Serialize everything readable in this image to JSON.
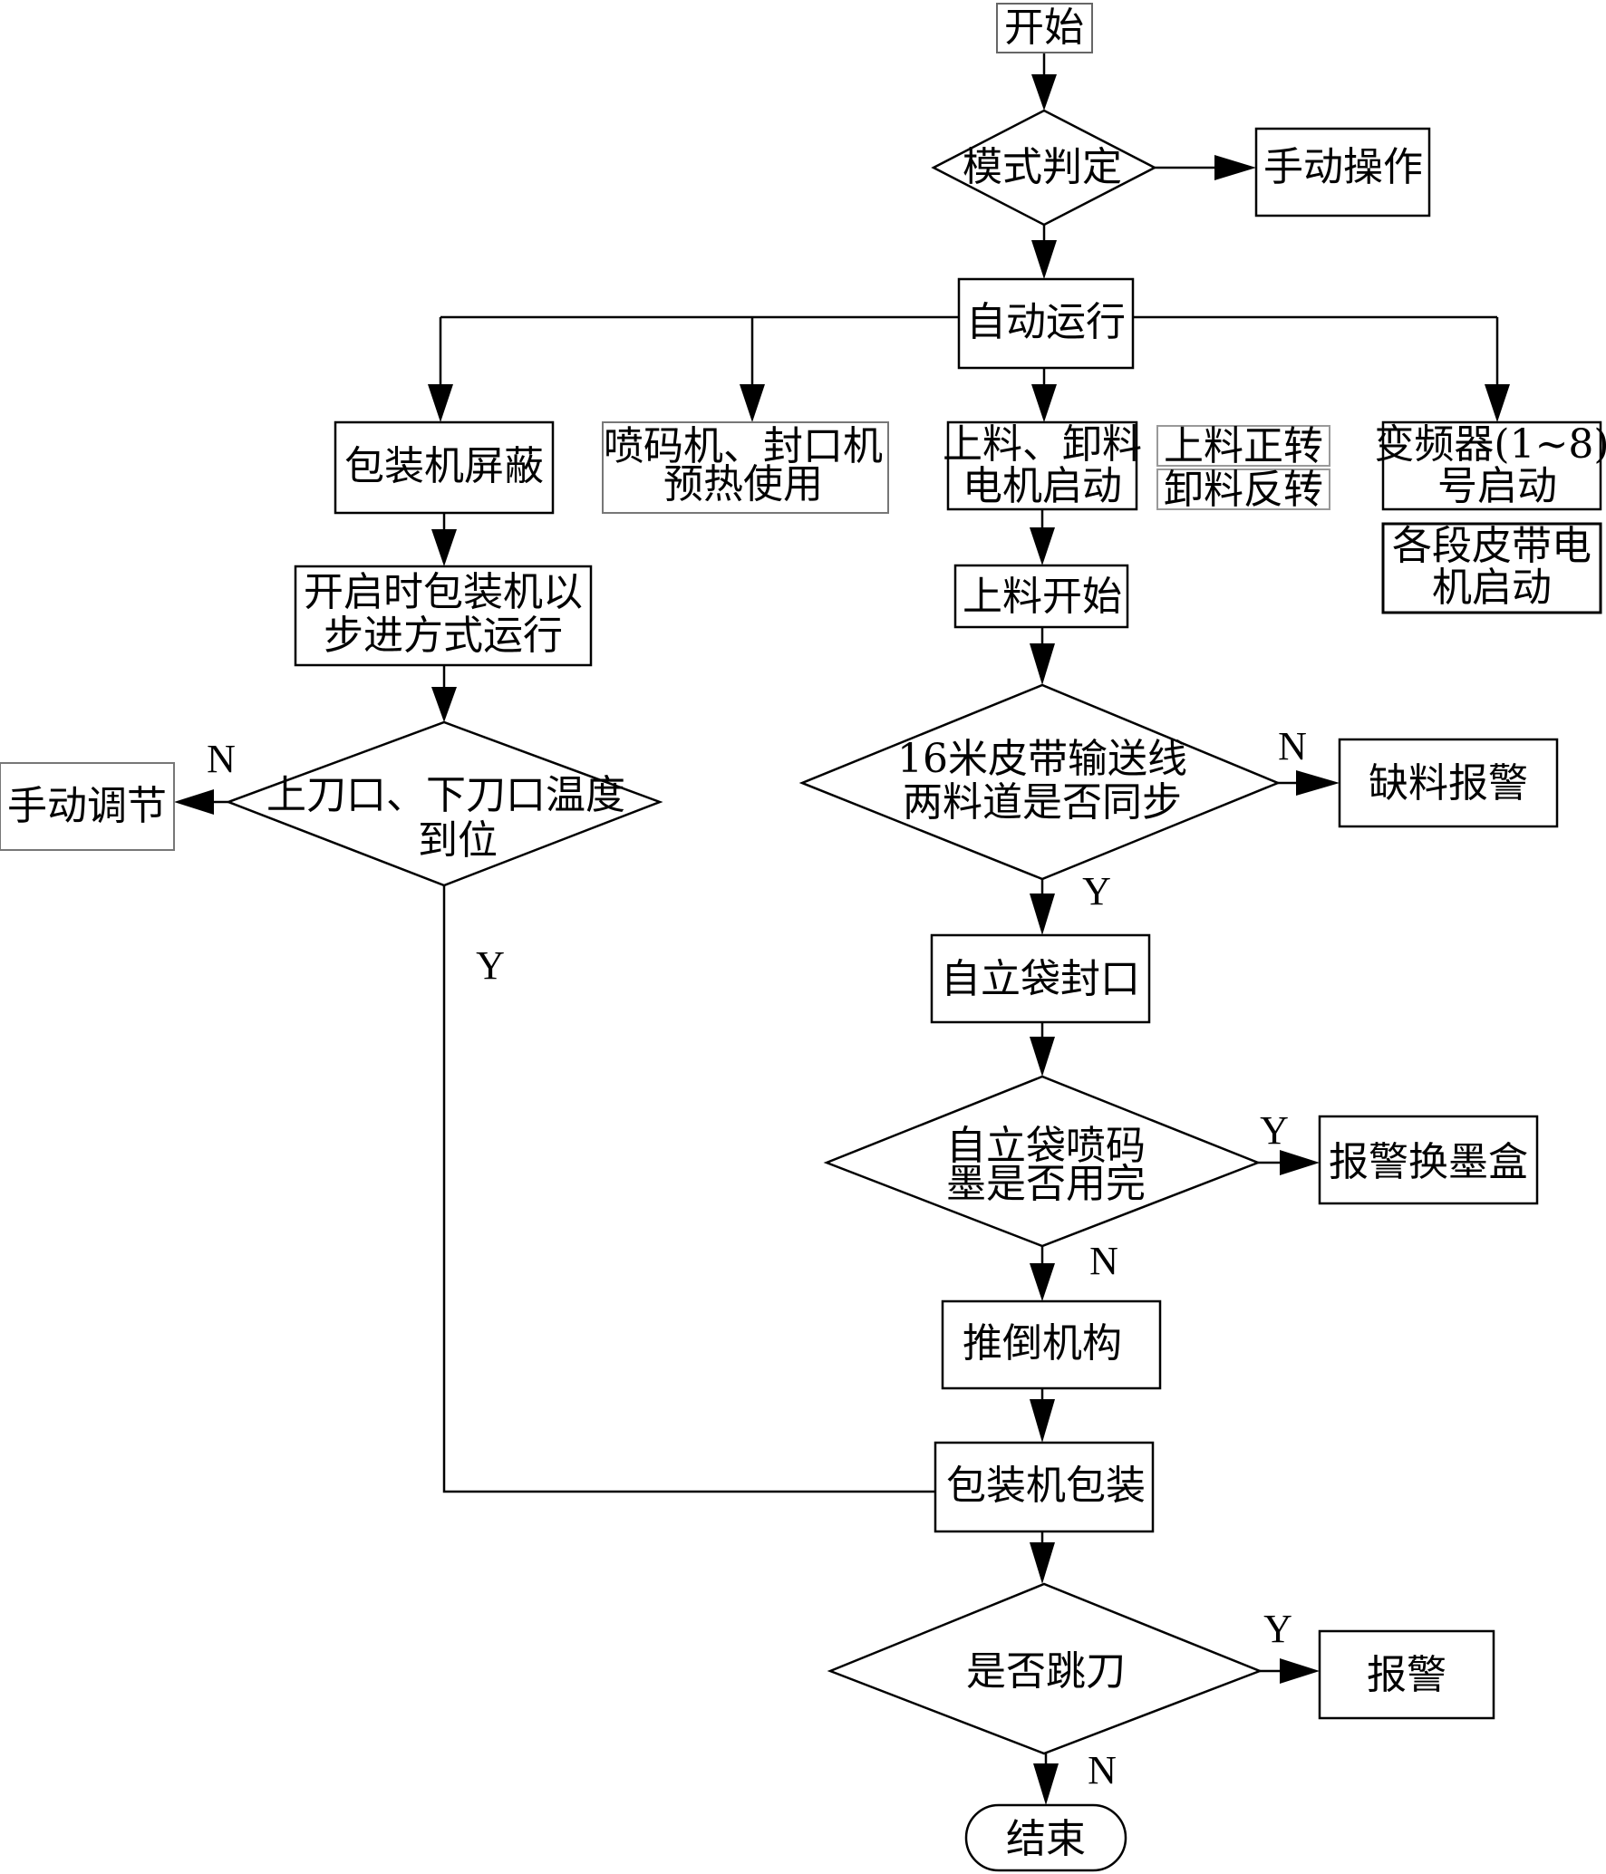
{
  "nodes": {
    "start": "开始",
    "mode_decision": "模式判定",
    "manual_operation": "手动操作",
    "auto_run": "自动运行",
    "packer_shield": "包装机屏蔽",
    "coder_sealer_preheat": [
      "喷码机、封口机",
      "预热使用"
    ],
    "load_unload_motor_start": [
      "上料、卸料",
      "电机启动"
    ],
    "load_unload_direction": [
      "上料正转",
      "卸料反转"
    ],
    "vfd_start": [
      "变频器(1~8)",
      "号启动"
    ],
    "belt_motors_start": [
      "各段皮带电",
      "机启动"
    ],
    "packer_step_mode": [
      "开启时包装机以",
      "步进方式运行"
    ],
    "loading_begin": "上料开始",
    "knife_temp_decision": [
      "上刀口、下刀口温度",
      "到位"
    ],
    "manual_adjust": "手动调节",
    "belt_sync_decision": [
      "16米皮带输送线",
      "两料道是否同步"
    ],
    "shortage_alarm": "缺料报警",
    "pouch_sealing": "自立袋封口",
    "ink_decision": [
      "自立袋喷码",
      "墨是否用完"
    ],
    "ink_alarm": "报警换墨盒",
    "push_down": "推倒机构",
    "packer_packing": "包装机包装",
    "knife_jump_decision": "是否跳刀",
    "alarm": "报警",
    "end": "结束"
  },
  "edge_labels": {
    "temp_no": "N",
    "temp_yes": "Y",
    "sync_no": "N",
    "sync_yes": "Y",
    "ink_yes": "Y",
    "ink_no": "N",
    "jump_yes": "Y",
    "jump_no": "N"
  }
}
